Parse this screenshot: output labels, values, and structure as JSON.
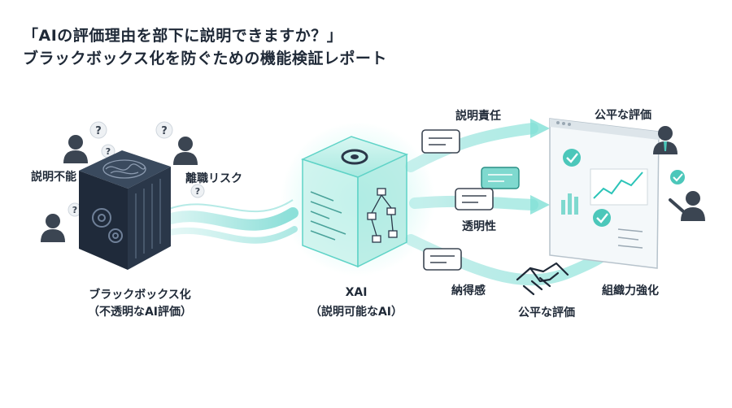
{
  "title": {
    "line1": "「AIの評価理由を部下に説明できますか？」",
    "line2": "ブラックボックス化を防ぐための機能検証レポート"
  },
  "left": {
    "label_unexplainable": "説明不能",
    "label_turnover": "離職リスク",
    "caption_line1": "ブラックボックス化",
    "caption_line2": "（不透明なAI評価）",
    "question_mark": "?"
  },
  "center": {
    "caption_line1": "XAI",
    "caption_line2": "（説明可能なAI）"
  },
  "right": {
    "label_accountability": "説明責任",
    "label_fair_eval_top": "公平な評価",
    "label_transparency": "透明性",
    "label_satisfaction": "納得感",
    "label_fair_eval_bottom": "公平な評価",
    "label_org_strength": "組織力強化"
  },
  "colors": {
    "dark_cube": "#1f2a3a",
    "teal": "#2cc4b8",
    "teal_light": "#bfeee8",
    "text": "#1f2937",
    "person": "#3b4552"
  },
  "icons": [
    "question-icon",
    "person-icon",
    "gear-icon",
    "brain-icon",
    "flowchart-icon",
    "speech-bubble-icon",
    "chart-icon",
    "checkmark-icon",
    "handshake-icon",
    "arrow-icon"
  ]
}
